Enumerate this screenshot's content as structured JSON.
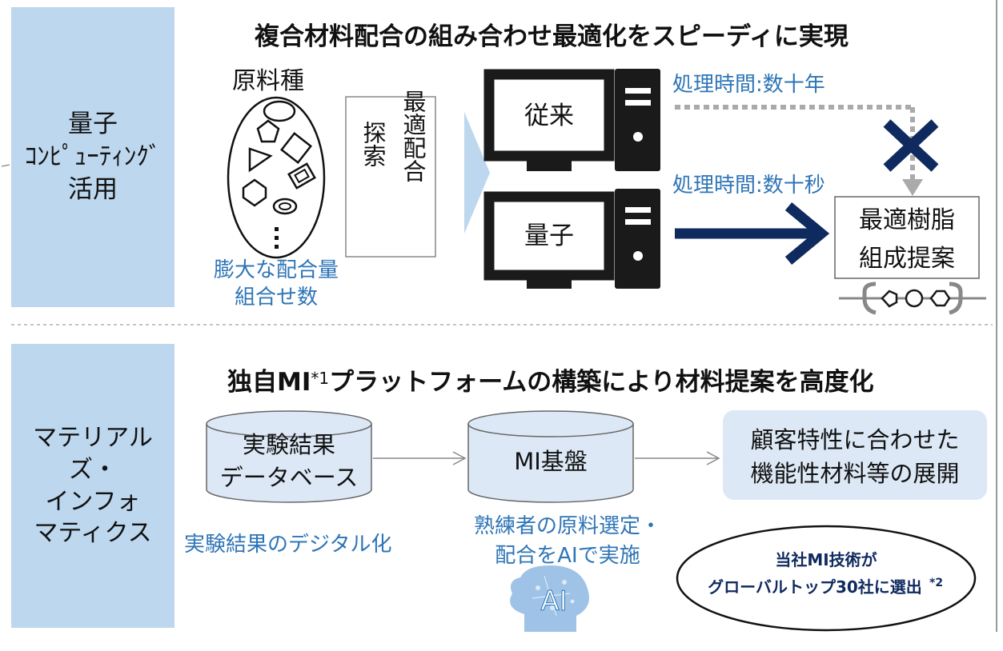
{
  "colors": {
    "sidebar": "#bdd7ee",
    "accent_blue": "#2e75b6",
    "navy": "#0f2a5f",
    "cylinder_fill": "#dce8f5",
    "box_fill": "#dce8f5"
  },
  "top": {
    "sidebar_label": [
      "量子",
      "ｺﾝﾋﾟｭｰﾃｨﾝｸﾞ",
      "活用"
    ],
    "title": "複合材料配合の組み合わせ最適化をスピーディに実現",
    "raw_label": "原料種",
    "count_caption": [
      "膨大な配合量",
      "組合せ数"
    ],
    "search_box": [
      "最適配合",
      "探索"
    ],
    "conventional": "従来",
    "quantum": "量子",
    "time_slow": "処理時間:数十年",
    "time_fast": "処理時間:数十秒",
    "result": [
      "最適樹脂",
      "組成提案"
    ]
  },
  "bottom": {
    "sidebar_label": [
      "マテリアルズ・",
      "インフォ",
      "マティクス"
    ],
    "title_pre": "独自MI",
    "title_note": "*1",
    "title_post": "プラットフォームの構築により材料提案を高度化",
    "db_label": [
      "実験結果",
      "データベース"
    ],
    "mi_label": "MI基盤",
    "output_label": [
      "顧客特性に合わせた",
      "機能性材料等の展開"
    ],
    "caption_digital": "実験結果のデジタル化",
    "caption_expert": [
      "熟練者の原料選定・",
      "配合をAIで実施"
    ],
    "ai_icon_label": "AI",
    "award": [
      "当社MI技術が",
      "グローバルトップ30社に選出"
    ],
    "award_note": "*2"
  }
}
